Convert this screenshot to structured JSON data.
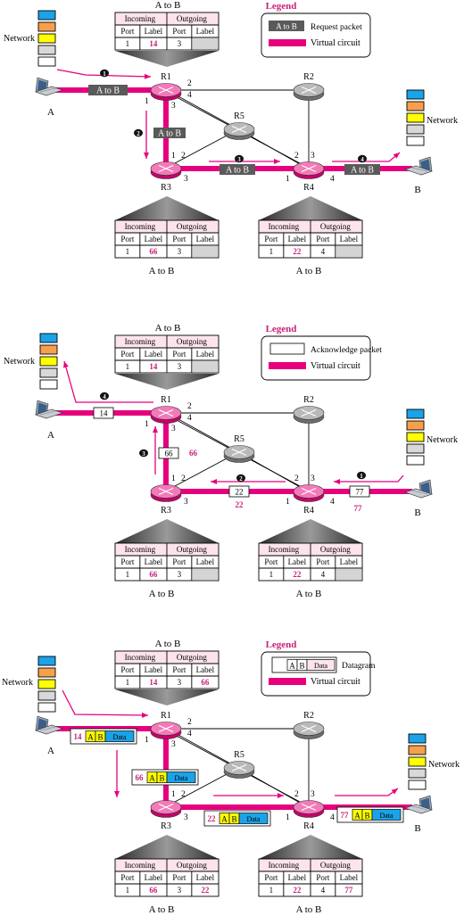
{
  "colors": {
    "circuit": "#e6007e",
    "magenta_text": "#c8207a",
    "table_header": "#fde4ec",
    "packet_gray": "#5a5a5a",
    "label_cell_gray": "#d4d4d4",
    "router_fill": "#8a8a8a",
    "stack": [
      "#1aa3e8",
      "#f7a04b",
      "#ffff00",
      "#d8d8d8",
      "#ffffff"
    ],
    "datagram_a": "#ffff00",
    "datagram_data": "#1aa3e8"
  },
  "common": {
    "route": "A to B",
    "incoming": "Incoming",
    "outgoing": "Outgoing",
    "port": "Port",
    "label": "Label",
    "network": "Network",
    "legend_title": "Legend",
    "virtual_circuit": "Virtual circuit",
    "host_a": "A",
    "host_b": "B",
    "pkt_a": "A",
    "pkt_b": "B",
    "data": "Data",
    "routers": {
      "r1": "R1",
      "r2": "R2",
      "r3": "R3",
      "r4": "R4",
      "r5": "R5"
    }
  },
  "panel1": {
    "legend_item": "Request packet",
    "legend_symbol": "A to B",
    "packet_text": "A to B",
    "steps": [
      "1",
      "2",
      "3",
      "4"
    ],
    "tables": {
      "r1": {
        "in_port": "1",
        "in_label": "14",
        "out_port": "3",
        "out_label": ""
      },
      "r3": {
        "in_port": "1",
        "in_label": "66",
        "out_port": "3",
        "out_label": ""
      },
      "r4": {
        "in_port": "1",
        "in_label": "22",
        "out_port": "4",
        "out_label": ""
      }
    }
  },
  "panel2": {
    "legend_item": "Acknowledge packet",
    "steps": [
      "1",
      "2",
      "3",
      "4"
    ],
    "ack_labels": {
      "b_r4": "77",
      "r4_r3": "22",
      "r3_r1": "66",
      "r1_a": "14"
    },
    "tables": {
      "r1": {
        "in_port": "1",
        "in_label": "14",
        "out_port": "3",
        "out_label": ""
      },
      "r3": {
        "in_port": "1",
        "in_label": "66",
        "out_port": "3",
        "out_label": ""
      },
      "r4": {
        "in_port": "1",
        "in_label": "22",
        "out_port": "4",
        "out_label": ""
      }
    }
  },
  "panel3": {
    "legend_item": "Datagram",
    "datagram_labels": {
      "a_r1": "14",
      "r1_r3": "66",
      "r3_r4": "22",
      "r4_b": "77"
    },
    "tables": {
      "r1": {
        "in_port": "1",
        "in_label": "14",
        "out_port": "3",
        "out_label": "66"
      },
      "r3": {
        "in_port": "1",
        "in_label": "66",
        "out_port": "3",
        "out_label": "22"
      },
      "r4": {
        "in_port": "1",
        "in_label": "22",
        "out_port": "4",
        "out_label": "77"
      }
    }
  }
}
